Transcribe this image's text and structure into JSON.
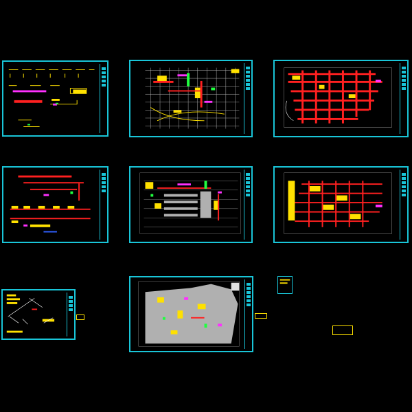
{
  "canvas": {
    "background": "#000000",
    "frame_color": "#19c5d8",
    "colors": {
      "red": "#ff2020",
      "yellow": "#ffe100",
      "magenta": "#ff30ff",
      "green": "#20ff40",
      "white": "#ffffff",
      "grey": "#b0b0b0",
      "blue": "#3060ff",
      "orange": "#ff8000"
    }
  },
  "sheets": [
    {
      "name": "system-diagram-sheet",
      "kind": "symbols"
    },
    {
      "name": "floor-plan-1-sheet",
      "kind": "plan-mixed"
    },
    {
      "name": "floor-plan-2-sheet",
      "kind": "plan-red"
    },
    {
      "name": "riser-diagram-sheet",
      "kind": "riser"
    },
    {
      "name": "floor-plan-3-sheet",
      "kind": "plan-parking"
    },
    {
      "name": "floor-plan-4-sheet",
      "kind": "plan-red-yellow"
    },
    {
      "name": "detail-sheet",
      "kind": "detail"
    },
    {
      "name": "site-plan-sheet",
      "kind": "plan-grey"
    }
  ],
  "legend_card": {
    "name": "legend-card"
  },
  "stamp": {
    "name": "stamp-box"
  }
}
